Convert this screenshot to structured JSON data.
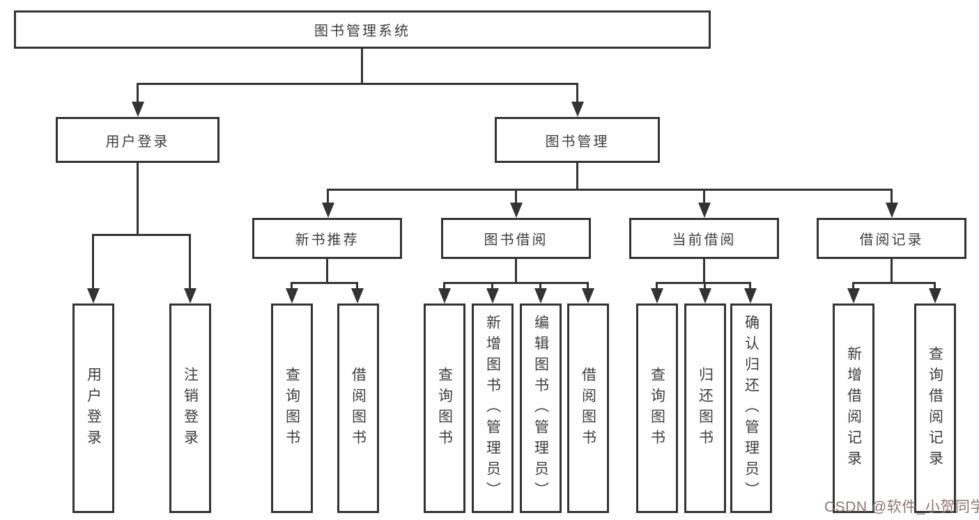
{
  "diagram_type": "hierarchy",
  "colors": {
    "line": "#333333",
    "text": "#3d3d3d",
    "background": "#ffffff",
    "watermark": "#8d7474"
  },
  "nodes": {
    "root": "图书管理系统",
    "level2": [
      "用户登录",
      "图书管理"
    ],
    "level3": [
      "新书推荐",
      "图书借阅",
      "当前借阅",
      "借阅记录"
    ]
  },
  "leaves": {
    "user_login": [
      "用户登录",
      "注销登录"
    ],
    "new_book": [
      "查询图书",
      "借阅图书"
    ],
    "book_borrow": [
      "查询图书",
      "新增图书（管理员）",
      "编辑图书（管理员）",
      "借阅图书"
    ],
    "current_borrow": [
      "查询图书",
      "归还图书",
      "确认归还（管理员）"
    ],
    "borrow_record": [
      "新增借阅记录",
      "查询借阅记录"
    ]
  },
  "watermark": "CSDN @软件_小贺同学"
}
